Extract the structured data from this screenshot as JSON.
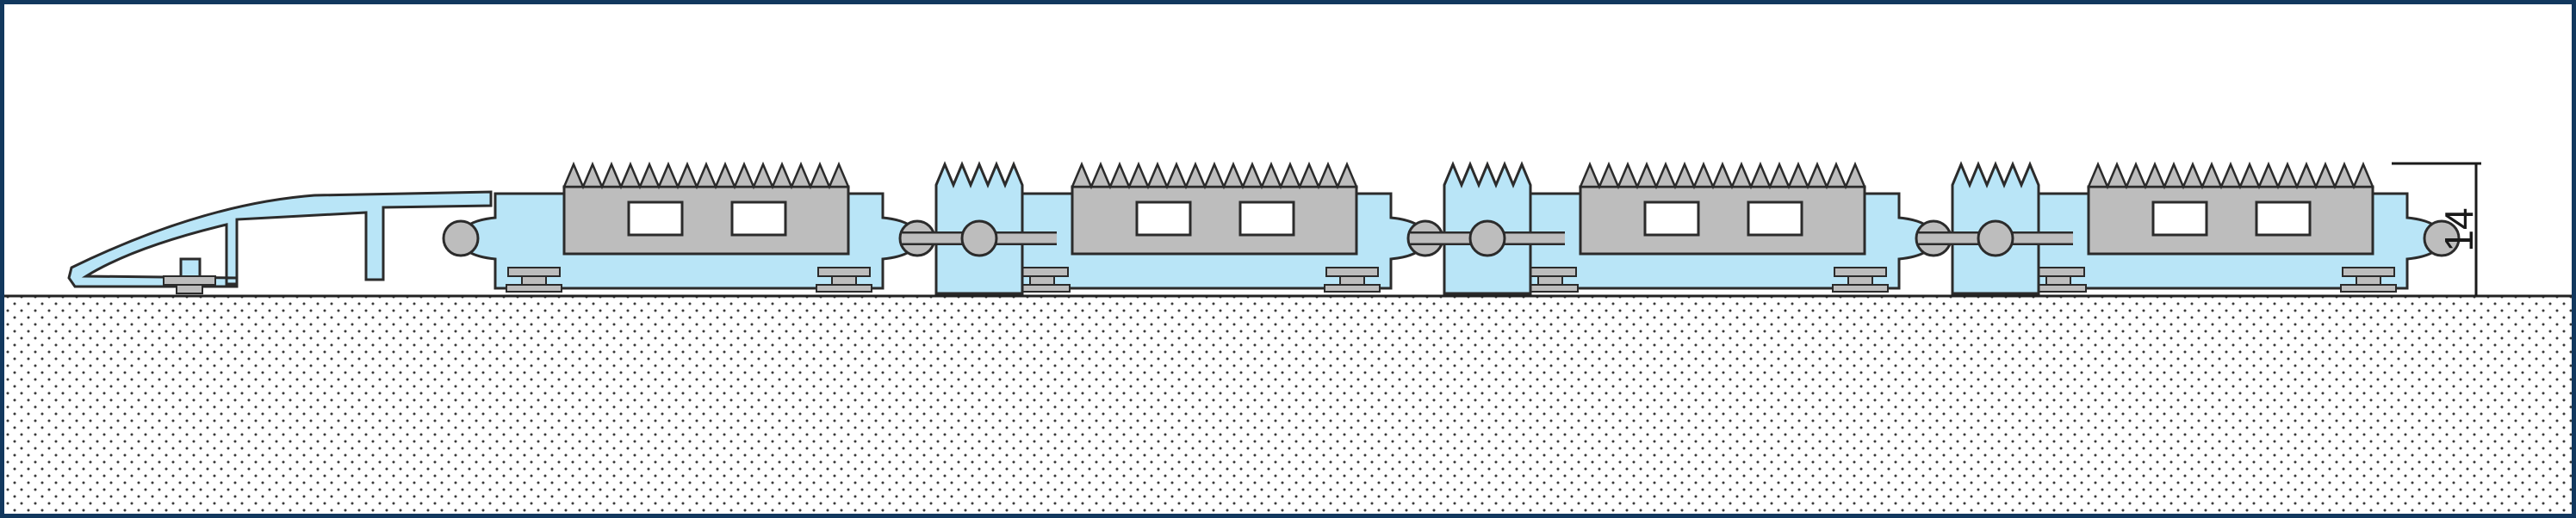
{
  "diagram": {
    "dimension_label": "14",
    "colors": {
      "frame_border": "#12385e",
      "profile_blue": "#b9e5f7",
      "insert_grey": "#bdbdbd",
      "outline": "#2b2b2b",
      "substrate_dots": "#3a3a3a"
    },
    "module_count": 4,
    "spacer_count": 3
  }
}
